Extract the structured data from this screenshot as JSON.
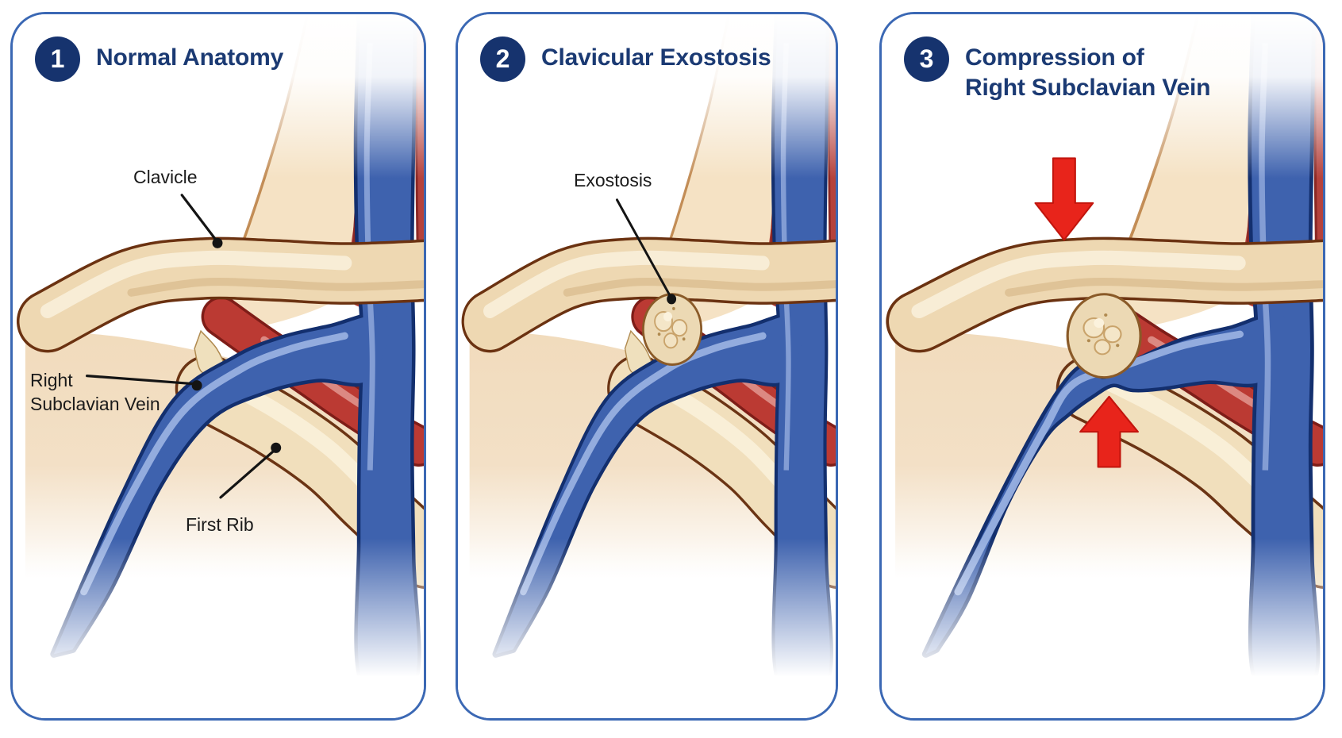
{
  "panels": [
    {
      "number": "1",
      "title": "Normal Anatomy",
      "labels": {
        "clavicle": "Clavicle",
        "subclavian_vein": "Right\nSubclavian Vein",
        "first_rib": "First Rib"
      }
    },
    {
      "number": "2",
      "title": "Clavicular Exostosis",
      "labels": {
        "exostosis": "Exostosis"
      }
    },
    {
      "number": "3",
      "title": "Compression of\nRight Subclavian Vein",
      "labels": {}
    }
  ],
  "colors": {
    "panel_border": "#3b68b4",
    "badge_bg": "#16336e",
    "badge_text": "#ffffff",
    "title_text": "#1b3a73",
    "label_text": "#1b1b1b",
    "leader_line": "#141414",
    "bone": "#eed8b2",
    "bone_highlight": "#f8eed8",
    "bone_outline": "#6b3211",
    "vein": "#3e62ae",
    "vein_outline": "#132f6e",
    "vein_highlight": "#98b0e0",
    "artery": "#bb3a33",
    "artery_outline": "#7e1d18",
    "artery_highlight": "#e0928b",
    "muscle_red": "#b5423c",
    "skin": "#f1dbbc",
    "neck_skin": "#f5e2c4",
    "arrow_red": "#e8241b"
  }
}
